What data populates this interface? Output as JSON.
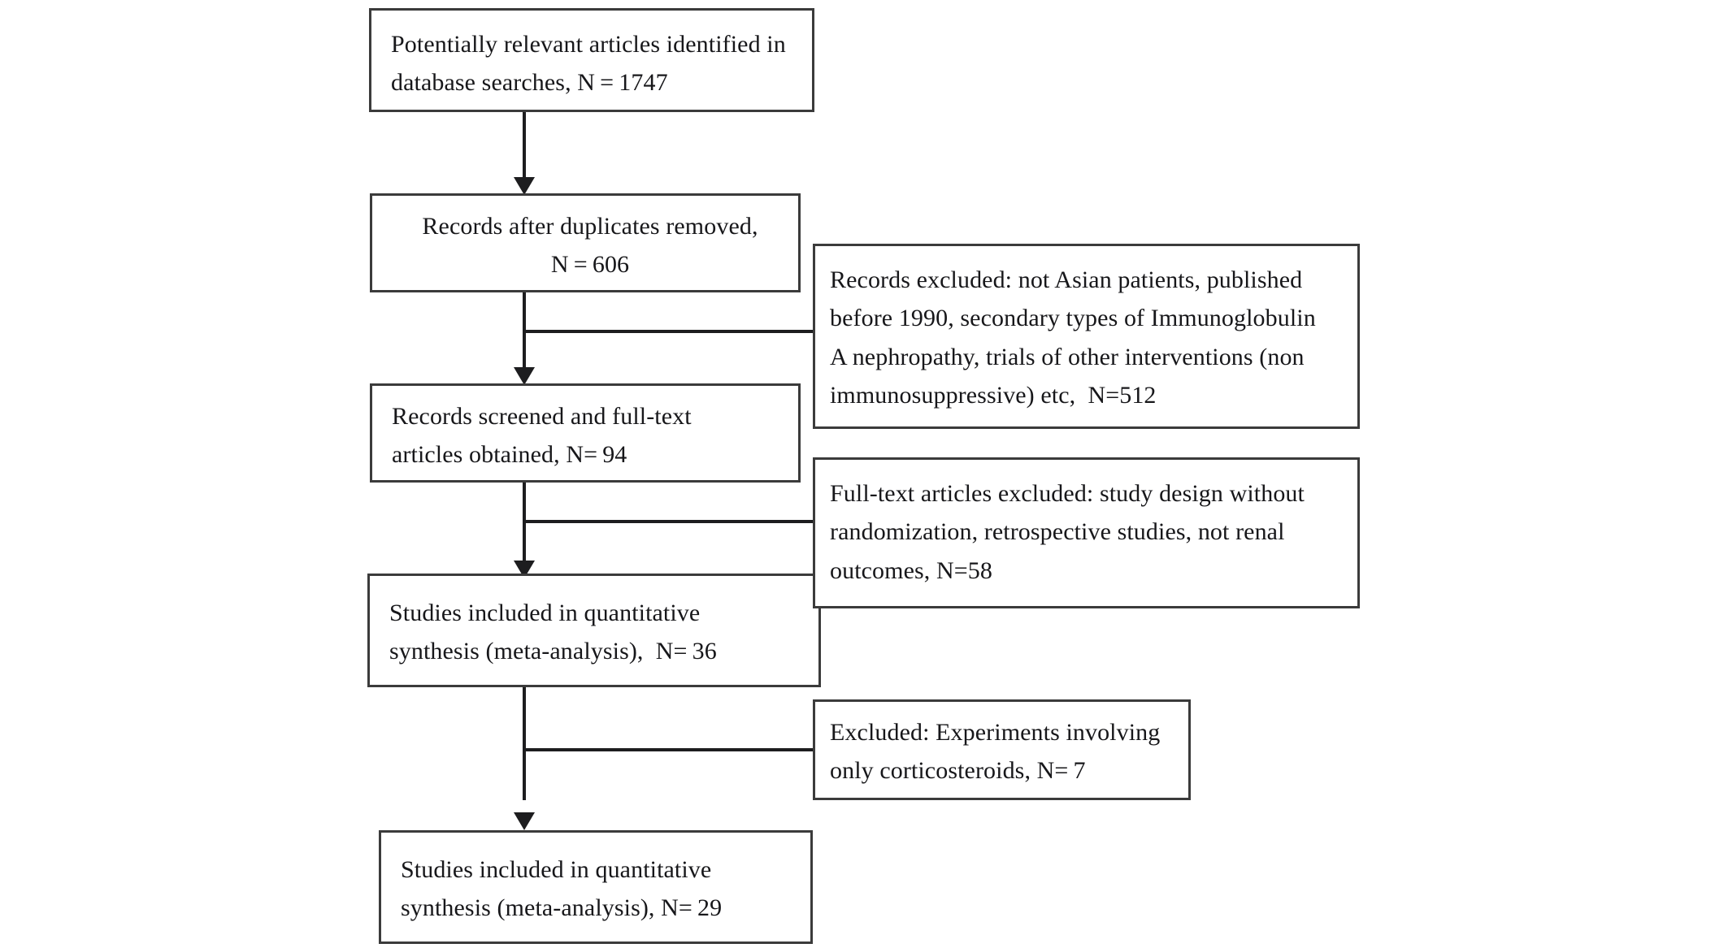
{
  "diagram": {
    "type": "prisma-flow-diagram",
    "background_color": "#ffffff",
    "box_border_color": "#3b3b3b",
    "connector_color": "#1d1d1f",
    "text_color": "#17171a"
  },
  "main_flow": [
    {
      "id": "identified",
      "lines": [
        "Potentially relevant articles identified in",
        "database searches, N = 1747"
      ],
      "count": 1747
    },
    {
      "id": "duplicates-removed",
      "lines": [
        "Records after duplicates removed,",
        "N = 606"
      ],
      "count": 606
    },
    {
      "id": "screened",
      "lines": [
        "Records screened and full-text",
        "articles obtained, N= 94"
      ],
      "count": 94
    },
    {
      "id": "included-36",
      "lines": [
        "Studies included in quantitative",
        "synthesis (meta-analysis),  N= 36"
      ],
      "count": 36
    },
    {
      "id": "included-29",
      "lines": [
        "Studies included in quantitative",
        "synthesis (meta-analysis), N= 29"
      ],
      "count": 29
    }
  ],
  "exclusions": [
    {
      "id": "records-excluded",
      "lines": [
        "Records excluded: not Asian patients, published",
        "before 1990, secondary types of Immunoglobulin",
        "A nephropathy, trials of other interventions (non",
        "immunosuppressive) etc,  N=512"
      ],
      "count": 512
    },
    {
      "id": "fulltext-excluded",
      "lines": [
        "Full-text articles excluded: study design without",
        "randomization, retrospective studies, not renal",
        "outcomes, N=58"
      ],
      "count": 58
    },
    {
      "id": "corticosteroids-excluded",
      "lines": [
        "Excluded: Experiments involving",
        "only corticosteroids, N= 7"
      ],
      "count": 7
    }
  ]
}
